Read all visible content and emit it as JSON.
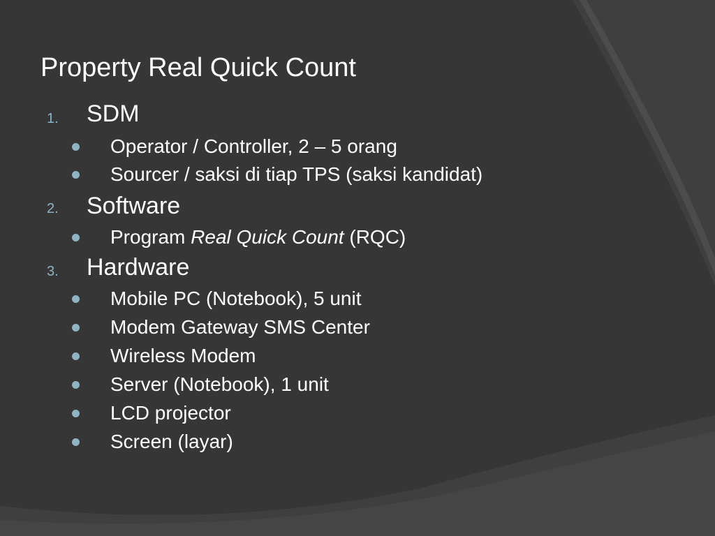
{
  "colors": {
    "background": "#3f3f3f",
    "panel": "#383838",
    "band": "#4a4a4a",
    "text": "#ffffff",
    "accent": "#8fb4c3"
  },
  "slide": {
    "title": "Property Real Quick Count",
    "sections": [
      {
        "number": "1.",
        "heading": "SDM",
        "bullets": [
          {
            "text": "Operator / Controller, 2 – 5 orang"
          },
          {
            "text": "Sourcer / saksi di tiap TPS (saksi kandidat)"
          }
        ]
      },
      {
        "number": "2.",
        "heading": "Software",
        "bullets": [
          {
            "before": "Program ",
            "italic": "Real Quick Count",
            "after": " (RQC)"
          }
        ]
      },
      {
        "number": "3.",
        "heading": "Hardware",
        "bullets": [
          {
            "text": "Mobile PC (Notebook), 5 unit"
          },
          {
            "text": "Modem Gateway SMS Center"
          },
          {
            "text": "Wireless Modem"
          },
          {
            "text": "Server (Notebook), 1 unit"
          },
          {
            "text": "LCD projector"
          },
          {
            "text": "Screen (layar)"
          }
        ]
      }
    ]
  }
}
